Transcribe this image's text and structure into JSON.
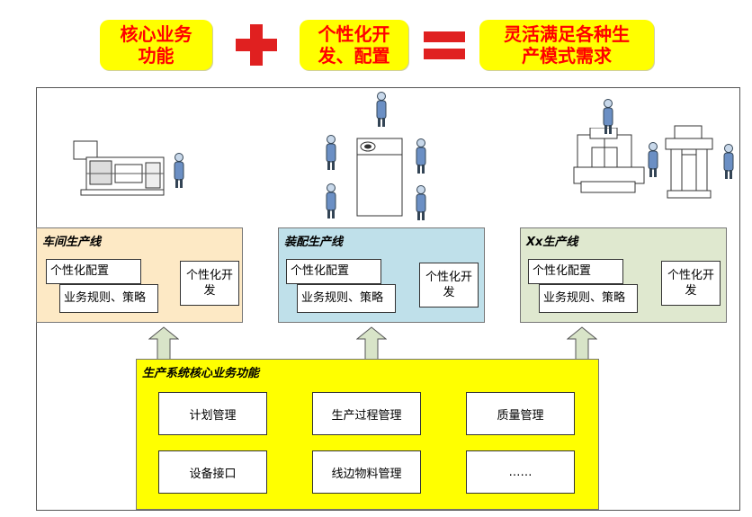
{
  "header": {
    "term1_line1": "核心业务",
    "term1_line2": "功能",
    "term2_line1": "个性化开",
    "term2_line2": "发、配置",
    "result_line1": "灵活满足各种生",
    "result_line2": "产模式需求"
  },
  "production_lines": [
    {
      "title": "车间生产线",
      "config_label": "个性化配置",
      "rules_label": "业务规则、策略",
      "dev_line1": "个性化开",
      "dev_line2": "发",
      "color": "#fde9c5"
    },
    {
      "title": "装配生产线",
      "config_label": "个性化配置",
      "rules_label": "业务规则、策略",
      "dev_line1": "个性化开",
      "dev_line2": "发",
      "color": "#bfe0ea"
    },
    {
      "title": "Xx生产线",
      "config_label": "个性化配置",
      "rules_label": "业务规则、策略",
      "dev_line1": "个性化开",
      "dev_line2": "发",
      "color": "#dfe8cf"
    }
  ],
  "core": {
    "title": "生产系统核心业务功能",
    "functions": [
      "计划管理",
      "生产过程管理",
      "质量管理",
      "设备接口",
      "线边物料管理",
      "……"
    ]
  },
  "colors": {
    "pill": "#ffff00",
    "pill_text": "#ff0000",
    "operator": "#6b8fc4"
  }
}
